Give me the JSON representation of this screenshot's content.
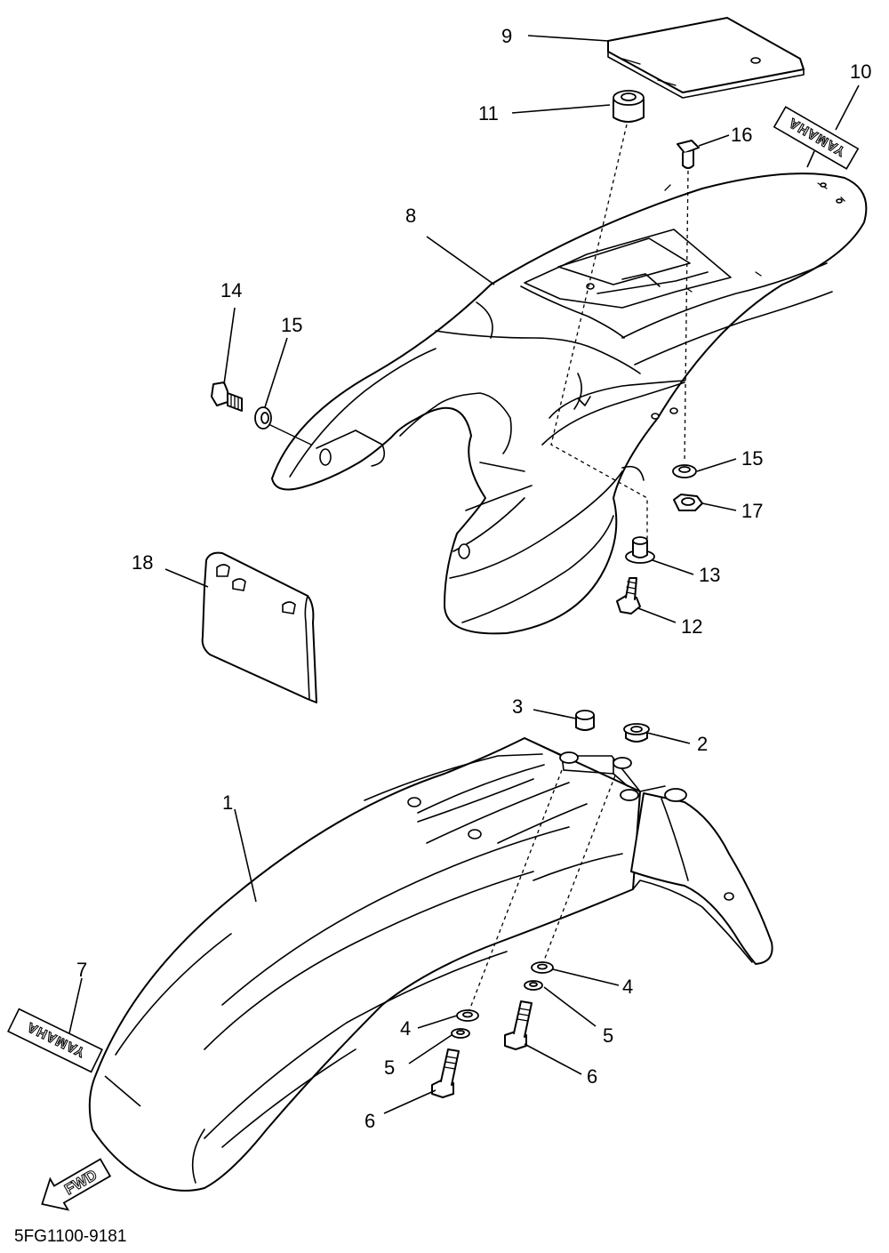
{
  "diagram": {
    "code": "5FG1100-9181",
    "callouts": {
      "c1": "1",
      "c2": "2",
      "c3": "3",
      "c4a": "4",
      "c4b": "4",
      "c5a": "5",
      "c5b": "5",
      "c6a": "6",
      "c6b": "6",
      "c7": "7",
      "c8": "8",
      "c9": "9",
      "c10": "10",
      "c11": "11",
      "c12": "12",
      "c13": "13",
      "c14": "14",
      "c15a": "15",
      "c15b": "15",
      "c16": "16",
      "c17": "17",
      "c18": "18"
    },
    "decal_front": "YAMAHA",
    "decal_rear": "YAMAHA",
    "fwd_arrow": "FWD"
  }
}
